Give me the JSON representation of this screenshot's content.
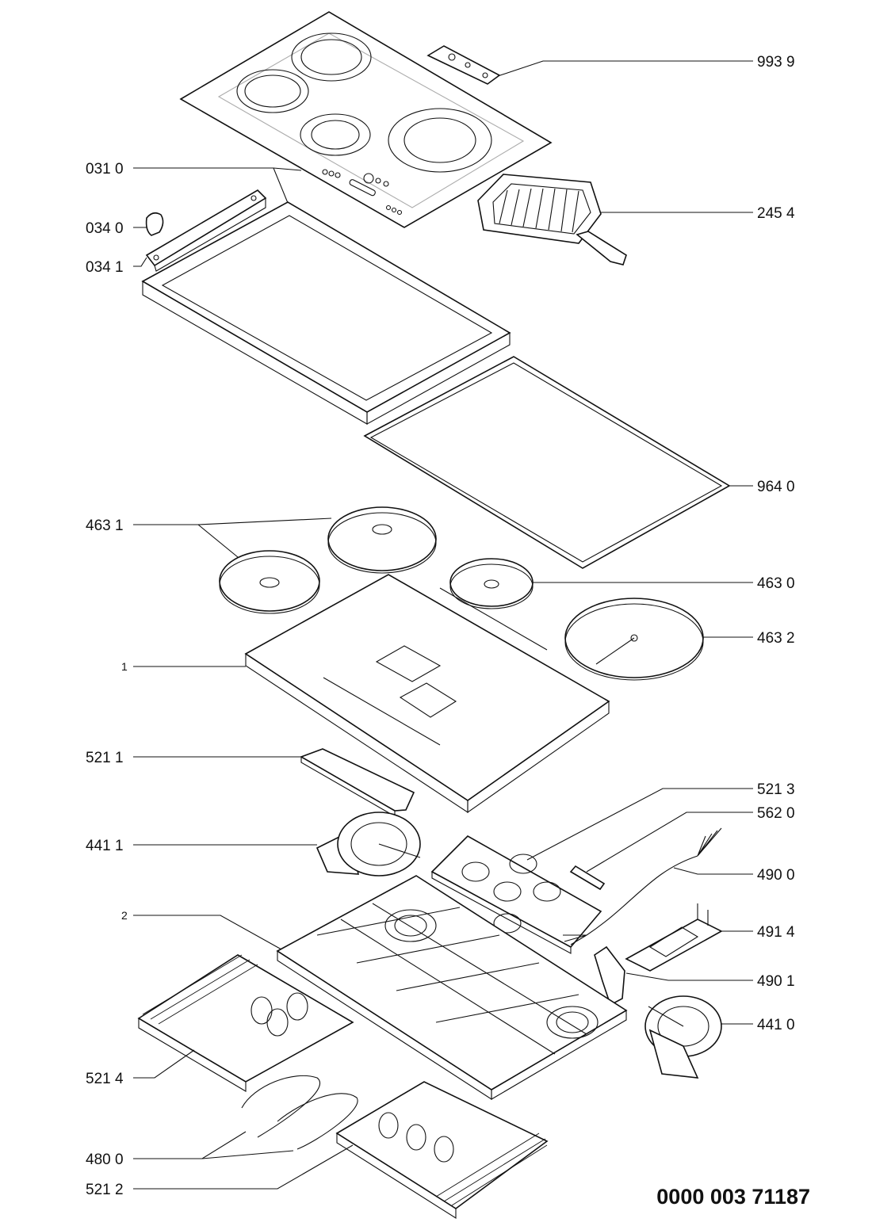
{
  "diagram": {
    "document_number": "0000 003 71187",
    "labels": [
      {
        "id": "993-9",
        "text": "993 9"
      },
      {
        "id": "031-0",
        "text": "031 0"
      },
      {
        "id": "245-4",
        "text": "245 4"
      },
      {
        "id": "034-0",
        "text": "034 0"
      },
      {
        "id": "034-1",
        "text": "034 1"
      },
      {
        "id": "964-0",
        "text": "964 0"
      },
      {
        "id": "463-1",
        "text": "463 1"
      },
      {
        "id": "463-0",
        "text": "463 0"
      },
      {
        "id": "463-2",
        "text": "463 2"
      },
      {
        "id": "1",
        "text": "1"
      },
      {
        "id": "521-1",
        "text": "521 1"
      },
      {
        "id": "521-3",
        "text": "521 3"
      },
      {
        "id": "562-0",
        "text": "562 0"
      },
      {
        "id": "441-1",
        "text": "441 1"
      },
      {
        "id": "490-0",
        "text": "490 0"
      },
      {
        "id": "2",
        "text": "2"
      },
      {
        "id": "491-4",
        "text": "491 4"
      },
      {
        "id": "490-1",
        "text": "490 1"
      },
      {
        "id": "441-0",
        "text": "441 0"
      },
      {
        "id": "521-4",
        "text": "521 4"
      },
      {
        "id": "480-0",
        "text": "480 0"
      },
      {
        "id": "521-2",
        "text": "521 2"
      }
    ]
  }
}
